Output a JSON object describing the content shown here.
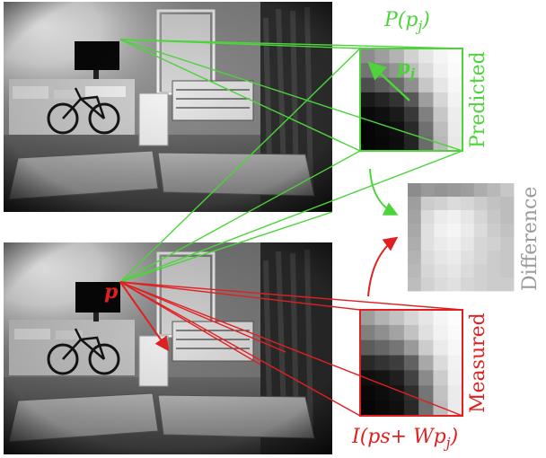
{
  "labels": {
    "predicted": "Predicted",
    "measured": "Measured",
    "difference": "Difference",
    "projection": "P(p_j)",
    "pixel_offset": "p_j",
    "point": "p",
    "intensity": "I(ps+ Wp_j)"
  },
  "colors": {
    "green": "#4cd43a",
    "red": "#e02020",
    "gray_label": "#9a9a9a"
  },
  "patches": {
    "predicted": [
      [
        0.55,
        0.62,
        0.7,
        0.82,
        0.9,
        0.96,
        0.99
      ],
      [
        0.45,
        0.52,
        0.58,
        0.74,
        0.86,
        0.94,
        0.98
      ],
      [
        0.3,
        0.36,
        0.42,
        0.56,
        0.78,
        0.9,
        0.97
      ],
      [
        0.1,
        0.14,
        0.2,
        0.34,
        0.62,
        0.84,
        0.95
      ],
      [
        0.04,
        0.06,
        0.1,
        0.22,
        0.5,
        0.78,
        0.93
      ],
      [
        0.02,
        0.04,
        0.06,
        0.16,
        0.44,
        0.74,
        0.92
      ],
      [
        0.02,
        0.03,
        0.05,
        0.14,
        0.42,
        0.72,
        0.91
      ]
    ],
    "difference": [
      [
        0.55,
        0.6,
        0.58,
        0.6,
        0.62,
        0.68,
        0.72,
        0.78
      ],
      [
        0.62,
        0.8,
        0.82,
        0.86,
        0.84,
        0.8,
        0.76,
        0.74
      ],
      [
        0.64,
        0.86,
        0.92,
        0.94,
        0.9,
        0.84,
        0.78,
        0.74
      ],
      [
        0.66,
        0.88,
        0.94,
        0.96,
        0.92,
        0.86,
        0.8,
        0.76
      ],
      [
        0.68,
        0.88,
        0.92,
        0.94,
        0.9,
        0.84,
        0.82,
        0.78
      ],
      [
        0.7,
        0.86,
        0.9,
        0.92,
        0.88,
        0.84,
        0.8,
        0.78
      ],
      [
        0.72,
        0.84,
        0.88,
        0.9,
        0.86,
        0.82,
        0.8,
        0.78
      ],
      [
        0.74,
        0.82,
        0.86,
        0.88,
        0.84,
        0.82,
        0.8,
        0.8
      ]
    ],
    "measured": [
      [
        0.62,
        0.7,
        0.76,
        0.84,
        0.9,
        0.96,
        0.99
      ],
      [
        0.5,
        0.56,
        0.64,
        0.76,
        0.88,
        0.95,
        0.98
      ],
      [
        0.36,
        0.4,
        0.46,
        0.6,
        0.8,
        0.92,
        0.97
      ],
      [
        0.16,
        0.2,
        0.24,
        0.38,
        0.66,
        0.86,
        0.95
      ],
      [
        0.06,
        0.08,
        0.12,
        0.26,
        0.54,
        0.8,
        0.94
      ],
      [
        0.03,
        0.05,
        0.08,
        0.18,
        0.46,
        0.76,
        0.92
      ],
      [
        0.02,
        0.04,
        0.06,
        0.16,
        0.44,
        0.74,
        0.92
      ]
    ]
  }
}
